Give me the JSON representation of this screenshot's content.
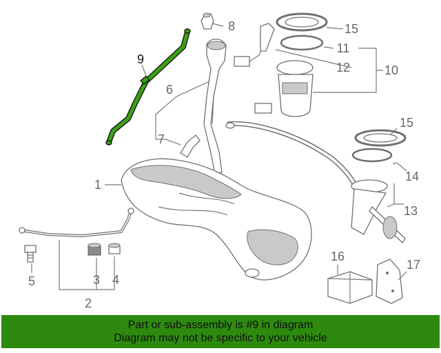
{
  "diagram": {
    "callouts": [
      "1",
      "2",
      "3",
      "4",
      "5",
      "6",
      "7",
      "8",
      "9",
      "10",
      "11",
      "12",
      "13",
      "14",
      "15",
      "15",
      "16",
      "17"
    ],
    "highlight_part": "9",
    "highlight_color": "#2d8a0e"
  },
  "banner": {
    "line1": "Part or sub-assembly is #9 in diagram",
    "line2": "Diagram may not be specific to your vehicle",
    "background": "#2d8a0e"
  }
}
